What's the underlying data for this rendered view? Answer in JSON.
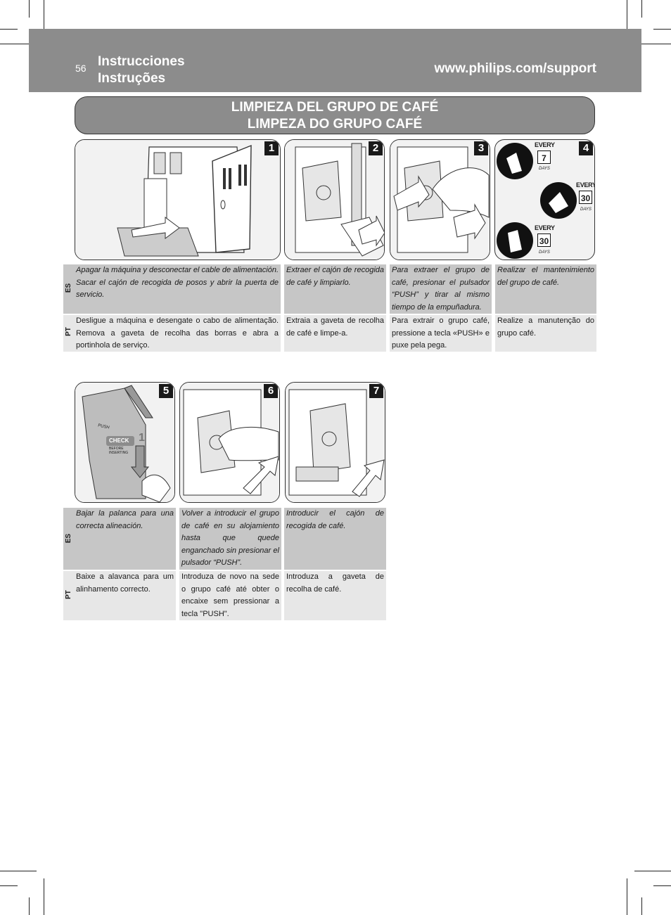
{
  "header": {
    "page_number": "56",
    "title_es": "Instrucciones",
    "title_pt": "Instruções",
    "url": "www.philips.com/support"
  },
  "section": {
    "title_es": "LIMPIEZA DEL GRUPO DE CAFÉ",
    "title_pt": "LIMPEZA DO GRUPO CAFÉ"
  },
  "lang_labels": {
    "es": "ES",
    "pt": "PT"
  },
  "steps": [
    {
      "number": "1",
      "es": "Apagar la máquina y desconectar el cable de alimentación. Sacar el cajón de recogida de posos y abrir la puerta de servicio.",
      "pt": "Desligue a máquina e desengate o cabo de alimentação. Remova a gaveta de recolha das borras e abra a portinhola de serviço."
    },
    {
      "number": "2",
      "es": "Extraer el cajón de recogida de café y limpiarlo.",
      "pt": "Extraia a gaveta de recolha de café e limpe-a."
    },
    {
      "number": "3",
      "es": "Para extraer el grupo de café, presionar el pulsador “PUSH” y tirar al mismo tiempo de la empuñadura.",
      "pt": "Para extrair o grupo café, pressione a tecla «PUSH» e puxe pela pega."
    },
    {
      "number": "4",
      "es": "Realizar el mantenimiento del grupo de café.",
      "pt": "Realize a manutenção do grupo café."
    },
    {
      "number": "5",
      "es": "Bajar la palanca para una correcta alineación.",
      "pt": "Baixe a alavanca para um alinhamento correcto."
    },
    {
      "number": "6",
      "es": "Volver a introducir el grupo de café en su alojamiento hasta que quede enganchado sin presionar el pulsador “PUSH”.",
      "pt": "Introduza de novo na sede o grupo café até obter o encaixe sem pressionar a tecla \"PUSH\"."
    },
    {
      "number": "7",
      "es": "Introducir el cajón de recogida de café.",
      "pt": "Introduza a gaveta de recolha de café."
    }
  ],
  "maintenance": {
    "every": "EVERY",
    "days": "DAYS",
    "values": [
      "7",
      "30",
      "30"
    ]
  },
  "step5_labels": {
    "push": "PUSH",
    "check": "CHECK",
    "before": "BEFORE INSERTING",
    "lever": "1"
  }
}
